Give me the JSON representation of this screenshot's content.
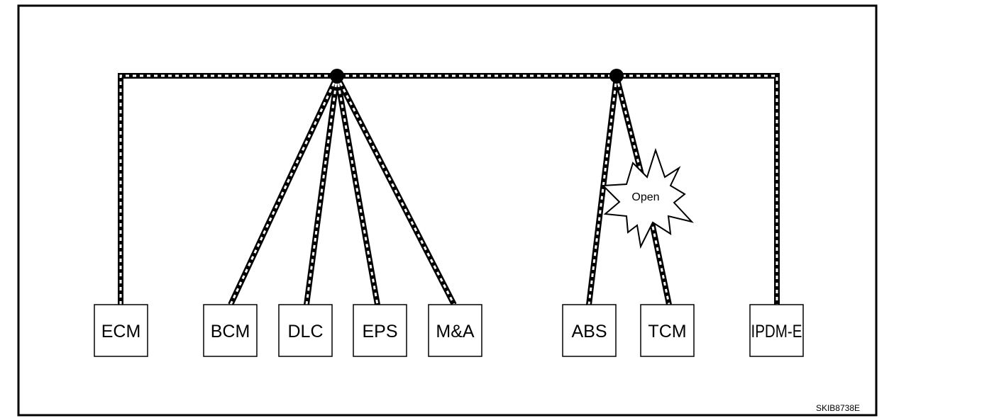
{
  "diagram": {
    "nodes": [
      {
        "id": "ecm",
        "label": "ECM"
      },
      {
        "id": "bcm",
        "label": "BCM"
      },
      {
        "id": "dlc",
        "label": "DLC"
      },
      {
        "id": "eps",
        "label": "EPS"
      },
      {
        "id": "ma",
        "label": "M&A"
      },
      {
        "id": "abs",
        "label": "ABS"
      },
      {
        "id": "tcm",
        "label": "TCM"
      },
      {
        "id": "ipdm",
        "label": "IPDM-E"
      }
    ],
    "fault_label": "Open",
    "caption": "SKIB8738E"
  }
}
